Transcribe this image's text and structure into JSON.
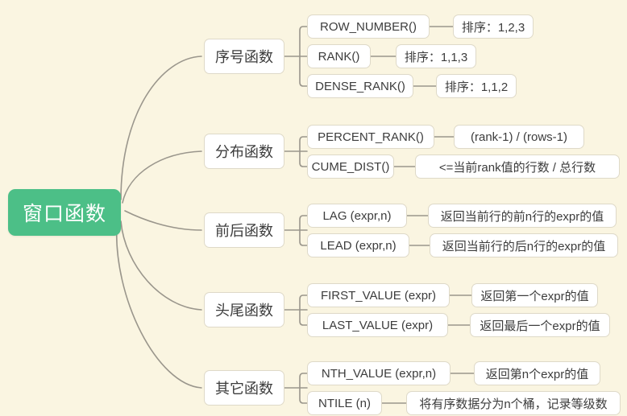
{
  "canvas": {
    "background_color": "#faf5e1",
    "connector_color": "#9a968c"
  },
  "root": {
    "label": "窗口函数",
    "color": "#4cbf87",
    "text_color": "#ffffff"
  },
  "branches": [
    {
      "label": "序号函数",
      "children": [
        {
          "func": "ROW_NUMBER()",
          "desc": "排序：1,2,3"
        },
        {
          "func": "RANK()",
          "desc": "排序：1,1,3"
        },
        {
          "func": "DENSE_RANK()",
          "desc": "排序：1,1,2"
        }
      ]
    },
    {
      "label": "分布函数",
      "children": [
        {
          "func": "PERCENT_RANK()",
          "desc": "(rank-1) / (rows-1)"
        },
        {
          "func": "CUME_DIST()",
          "desc": "<=当前rank值的行数 / 总行数"
        }
      ]
    },
    {
      "label": "前后函数",
      "children": [
        {
          "func": "LAG (expr,n)",
          "desc": "返回当前行的前n行的expr的值"
        },
        {
          "func": "LEAD (expr,n)",
          "desc": "返回当前行的后n行的expr的值"
        }
      ]
    },
    {
      "label": "头尾函数",
      "children": [
        {
          "func": "FIRST_VALUE (expr)",
          "desc": "返回第一个expr的值"
        },
        {
          "func": "LAST_VALUE (expr)",
          "desc": "返回最后一个expr的值"
        }
      ]
    },
    {
      "label": "其它函数",
      "children": [
        {
          "func": "NTH_VALUE (expr,n)",
          "desc": "返回第n个expr的值"
        },
        {
          "func": "NTILE (n)",
          "desc": "将有序数据分为n个桶，记录等级数"
        }
      ]
    }
  ]
}
